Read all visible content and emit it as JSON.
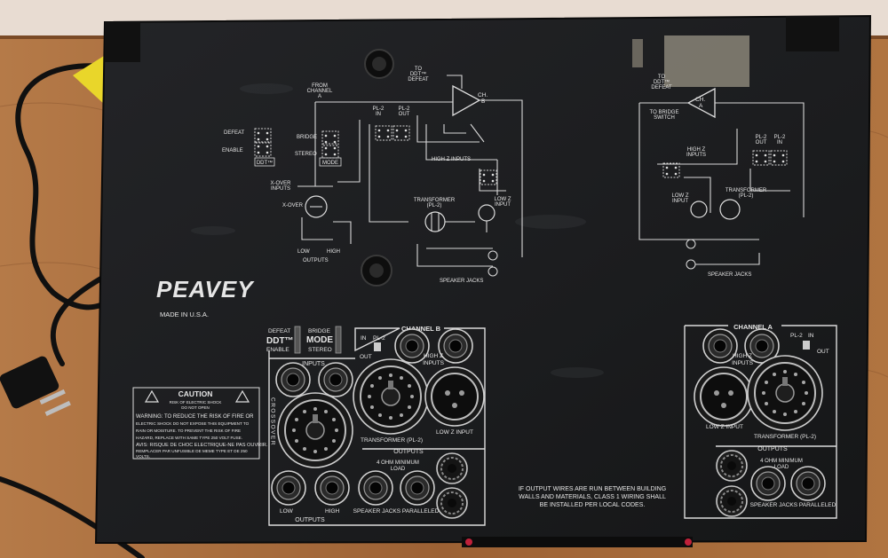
{
  "brand": "PEAVEY",
  "made_in": "MADE IN U.S.A.",
  "schematic_left": {
    "to_ddt_defeat": [
      "TO",
      "DDT™",
      "DEFEAT"
    ],
    "from_channel_a": [
      "FROM",
      "CHANNEL",
      "A"
    ],
    "defeat": "DEFEAT",
    "enable": "ENABLE",
    "ddt": "DDT™",
    "bridge": "BRIDGE",
    "stereo": "STEREO",
    "mode": "MODE",
    "pl2_in": [
      "PL-2",
      "IN"
    ],
    "pl2_out": [
      "PL-2",
      "OUT"
    ],
    "ch_b": [
      "CH.",
      "B"
    ],
    "high_z_inputs": "HIGH Z INPUTS",
    "xover_inputs": [
      "X-OVER",
      "INPUTS"
    ],
    "xover": "X-OVER",
    "transformer": [
      "TRANSFORMER",
      "(PL-2)"
    ],
    "low_z_input": [
      "LOW Z",
      "INPUT"
    ],
    "low": "LOW",
    "high": "HIGH",
    "outputs": "OUTPUTS",
    "speaker_jacks": "SPEAKER JACKS"
  },
  "schematic_right": {
    "to_ddt_defeat": [
      "TO",
      "DDT™",
      "DEFEAT"
    ],
    "ch_a": [
      "CH.",
      "A"
    ],
    "to_bridge_switch": [
      "TO BRIDGE",
      "SWITCH"
    ],
    "high_z_inputs": [
      "HIGH Z",
      "INPUTS"
    ],
    "pl2_out": [
      "PL-2",
      "OUT"
    ],
    "pl2_in": [
      "PL-2",
      "IN"
    ],
    "transformer": [
      "TRANSFORMER",
      "(PL-2)"
    ],
    "low_z_input": [
      "LOW Z",
      "INPUT"
    ],
    "speaker_jacks": "SPEAKER JACKS"
  },
  "switches": {
    "defeat": "DEFEAT",
    "ddt": "DDT™",
    "enable": "ENABLE",
    "bridge": "BRIDGE",
    "mode": "MODE",
    "stereo": "STEREO"
  },
  "panel_b": {
    "channel": "CHANNEL B",
    "in": "IN",
    "pl2": "PL-2",
    "out": "OUT",
    "high_z_inputs": [
      "HIGH Z",
      "INPUTS"
    ],
    "inputs": "INPUTS",
    "crossover": "CROSSOVER",
    "transformer": "TRANSFORMER (PL-2)",
    "low_z_input": "LOW Z INPUT",
    "outputs_top": "OUTPUTS",
    "min_load": [
      "4 OHM MINIMUM",
      "LOAD"
    ],
    "low": "LOW",
    "high": "HIGH",
    "outputs_bottom": "OUTPUTS",
    "speaker_jacks": "SPEAKER JACKS PARALLELED"
  },
  "panel_a": {
    "channel": "CHANNEL A",
    "pl2": "PL-2",
    "in": "IN",
    "out": "OUT",
    "high_z_inputs": [
      "HIGH Z",
      "INPUTS"
    ],
    "low_z_input": "LOW Z INPUT",
    "transformer": "TRANSFORMER (PL-2)",
    "outputs": "OUTPUTS",
    "min_load": [
      "4 OHM MINIMUM",
      "LOAD"
    ],
    "speaker_jacks": "SPEAKER JACKS PARALLELED"
  },
  "caution": {
    "title": "CAUTION",
    "sub1": "RISK OF ELECTRIC SHOCK",
    "sub2": "DO NOT OPEN",
    "lines": [
      "WARNING: TO REDUCE THE RISK OF FIRE OR",
      "ELECTRIC SHOCK DO NOT EXPOSE THIS EQUIPMENT TO",
      "RAIN OR MOISTURE. TO PREVENT THE RISK OF FIRE",
      "HAZARD, REPLACE WITH SAME TYPE 250 VOLT FUSE.",
      "AVIS: RISQUE DE CHOC ELECTRIQUE-NE PAS OUVRIR.",
      "REMPLACER PAR UNFUSIBLE DE MEME TYPE ET DE 250",
      "VOLTS."
    ]
  },
  "wiring_notice": [
    "IF OUTPUT WIRES ARE RUN BETWEEN BUILDING",
    "WALLS AND MATERIALS, CLASS 1 WIRING SHALL",
    "BE INSTALLED PER LOCAL CODES."
  ],
  "colors": {
    "chassis": "#1c1d1f",
    "table": "#a0663a",
    "wall": "#e8dcd2",
    "tag": "#e9d62a",
    "print": "#e6e6e6"
  }
}
